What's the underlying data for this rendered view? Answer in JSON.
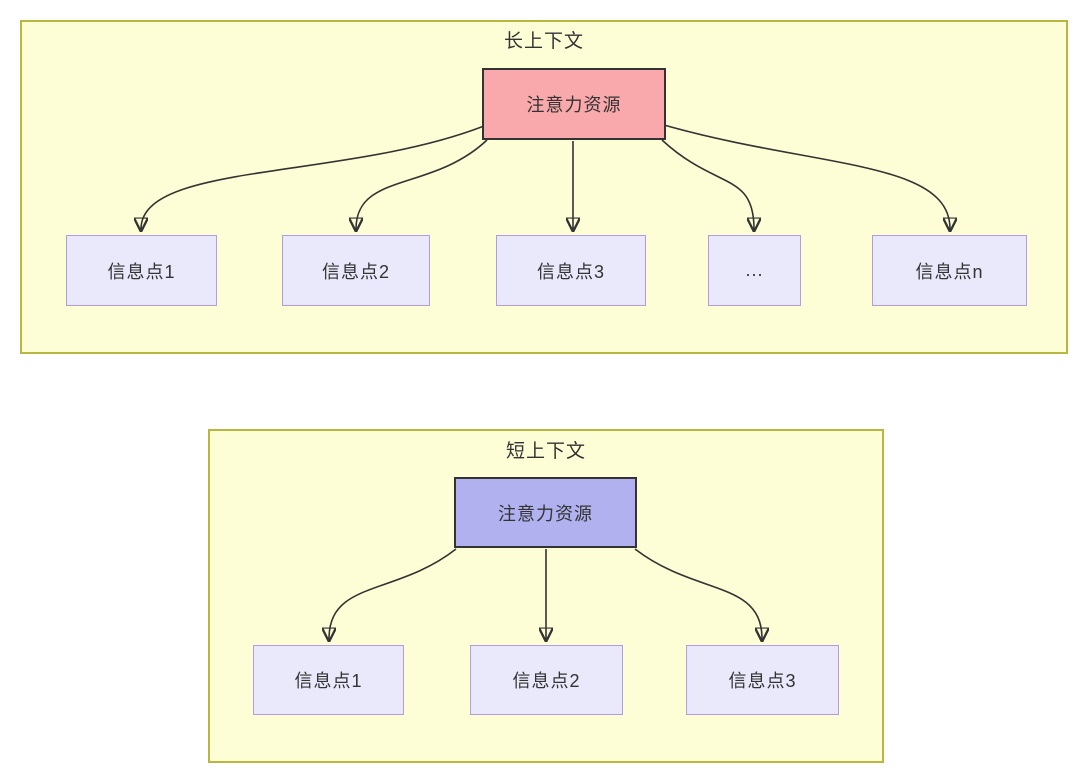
{
  "diagram": {
    "panels": [
      {
        "title": "长上下文",
        "source_label": "注意力资源",
        "targets": [
          "信息点1",
          "信息点2",
          "信息点3",
          "...",
          "信息点n"
        ]
      },
      {
        "title": "短上下文",
        "source_label": "注意力资源",
        "targets": [
          "信息点1",
          "信息点2",
          "信息点3"
        ]
      }
    ],
    "colors": {
      "panel_fill": "#fdfdd6",
      "panel_border": "#b8b83f",
      "long_context_source_fill": "#f9a8ab",
      "short_context_source_fill": "#b1b1ef",
      "source_border": "#333333",
      "target_fill": "#e9e9fb",
      "target_border": "#b19de0",
      "arrow": "#333333",
      "text": "#333333"
    }
  }
}
